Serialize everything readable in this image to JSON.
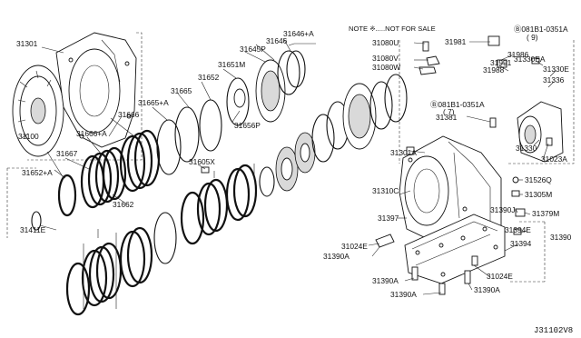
{
  "note": "NOTE ※.....NOT FOR SALE",
  "diagram_ref": "J31102V8",
  "labels": {
    "p31301": "31301",
    "p31100": "31100",
    "p31666": "31666",
    "p31666a": "31666+A",
    "p31667": "31667",
    "p31652a": "31652+A",
    "p31411e": "31411E",
    "p31662": "31662",
    "p31665": "31665",
    "p31665a": "31665+A",
    "p31652": "31652",
    "p31651m": "31651M",
    "p31645p": "31645P",
    "p31646": "31646",
    "p31646a": "31646+A",
    "p31656p": "31656P",
    "p31605x": "31605X",
    "p31080u": "31080U",
    "p31080v": "31080V",
    "p31080w": "31080W",
    "p31981": "31981",
    "p31986": "31986",
    "p31991": "31991",
    "p31988": "31988",
    "p081b_top": "Ⓑ081B1-0351A",
    "p081b_top_qty": "( 9)",
    "p081b_mid": "Ⓑ081B1-0351A",
    "p081b_mid_qty": "( 7)",
    "p31330ea": "31330EA",
    "p31330e": "31330E",
    "p31336": "31336",
    "p31381": "31381",
    "p31330": "31330",
    "p31023a": "31023A",
    "p31301a": "31301A",
    "p31526q": "31526Q",
    "p31305m": "31305M",
    "p31310c": "31310C",
    "p31397": "31397",
    "p31390j": "31390J",
    "p31379m": "31379M",
    "p31394e": "31394E",
    "p31390": "31390",
    "p31394": "31394",
    "p31024e_l": "31024E",
    "p31390a_l": "31390A",
    "p31390a_bl": "31390A",
    "p31390a_b": "31390A",
    "p31390a_br": "31390A",
    "p31024e_r": "31024E"
  }
}
